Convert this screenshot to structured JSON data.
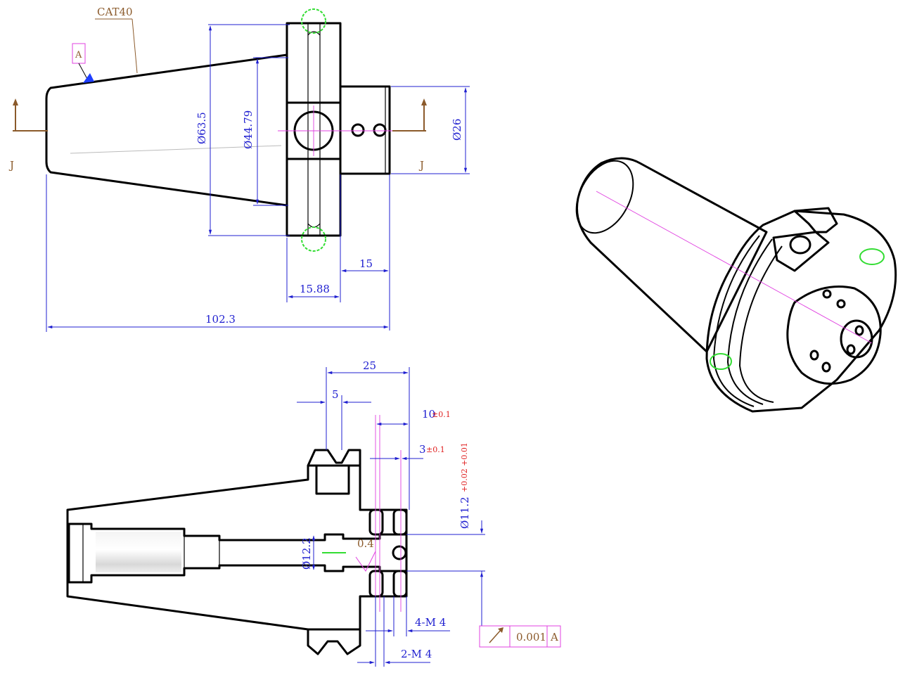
{
  "top_view": {
    "callout_label": "CAT40",
    "datum_label": "A",
    "section_left": "J",
    "section_right": "J",
    "dims": {
      "d63": "Ø63.5",
      "d44": "Ø44.79",
      "d26": "Ø26",
      "l15": "15",
      "l1588": "15.88",
      "l1023": "102.3"
    }
  },
  "section_view": {
    "dims": {
      "l25": "25",
      "l5": "5",
      "l10": "10",
      "l10_tol": "±0.1",
      "l3": "3",
      "l3_tol": "±0.1",
      "d112": "Ø11.2",
      "d112_tol": "+0.02 +0.01",
      "d122": "Ø12.2",
      "rough": "0.4",
      "m4_4": "4-M 4",
      "m4_2": "2-M 4"
    },
    "tolerance_frame": {
      "value": "0.001",
      "datum": "A"
    }
  },
  "colors": {
    "dimension": "#1f1fd0",
    "callout": "#8b5a2b",
    "tolerance": "#e02020",
    "centerline": "#e040e0",
    "highlight": "#33dd33"
  }
}
